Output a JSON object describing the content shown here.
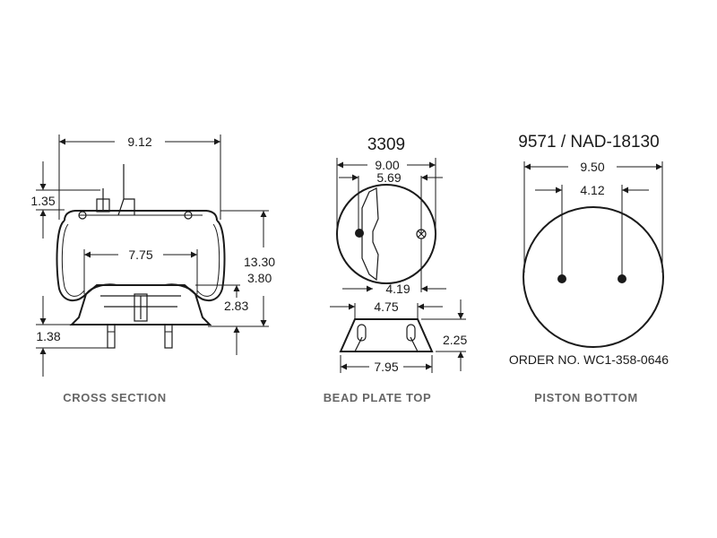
{
  "cross_section": {
    "caption": "CROSS SECTION",
    "dims": {
      "width": "9.12",
      "top_height": "1.35",
      "inner_width": "7.75",
      "height": "13.30",
      "piston_height": "3.80",
      "lower_height": "2.83",
      "stud_length": "1.38"
    }
  },
  "bead_plate": {
    "caption": "BEAD PLATE TOP",
    "part_number": "3309",
    "dims": {
      "diameter": "9.00",
      "stud_spacing": "5.69",
      "offset": "4.19",
      "base_top": "4.75",
      "base_height": "2.25",
      "base_width": "7.95"
    }
  },
  "piston": {
    "caption": "PISTON BOTTOM",
    "part_number": "9571 / NAD-18130",
    "dims": {
      "diameter": "9.50",
      "hole_spacing": "4.12"
    },
    "order_number": "ORDER NO. WC1-358-0646"
  }
}
